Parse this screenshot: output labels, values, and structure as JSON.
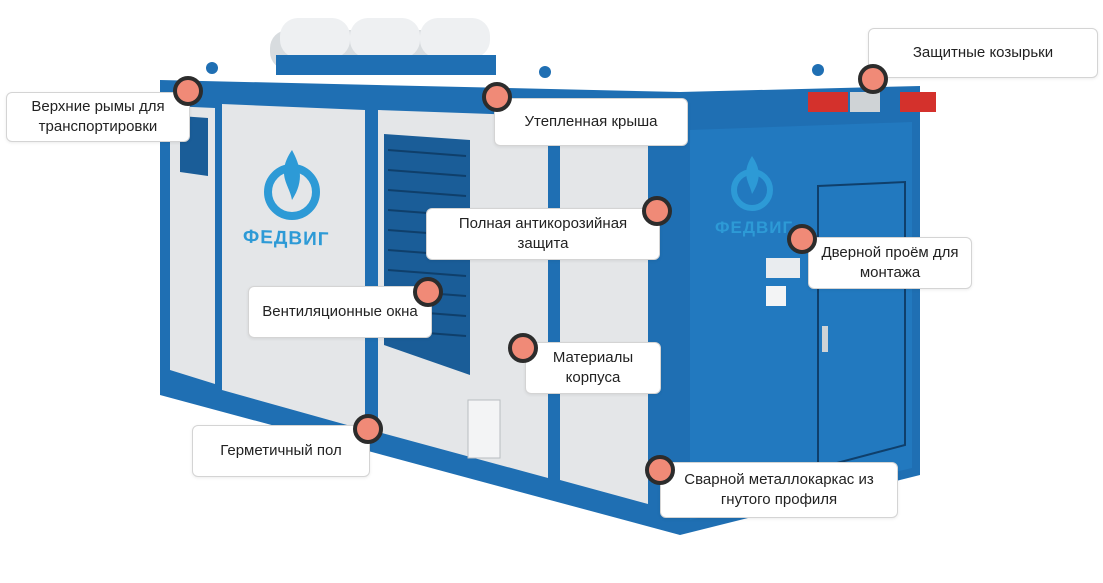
{
  "brand": {
    "name": "ФЕДВИГ"
  },
  "colors": {
    "frame_blue": "#1f6fb3",
    "panel_gray": "#e4e6e8",
    "marker_fill": "#f08a77",
    "marker_ring": "#2c2c2c",
    "logo_blue": "#2d9ad6"
  },
  "callouts": {
    "top_lifting_eyes": "Верхние рымы для транспортировки",
    "protective_visors": "Защитные козырьки",
    "insulated_roof": "Утепленная крыша",
    "anticorrosion": "Полная антикорозийная защита",
    "door_opening": "Дверной проём для монтажа",
    "ventilation_windows": "Вентиляционные окна",
    "body_materials": "Материалы корпуса",
    "sealed_floor": "Герметичный пол",
    "welded_frame": "Сварной металлокаркас из гнутого профиля"
  }
}
